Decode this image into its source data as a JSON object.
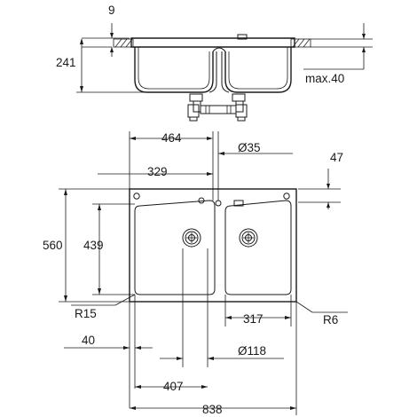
{
  "drawing": {
    "side_view": {
      "rim_thickness": "9",
      "bowl_depth": "241",
      "max_countertop": "max.40"
    },
    "top_view": {
      "width_464": "464",
      "tap_hole": "Ø35",
      "offset_47": "47",
      "bowl_width_329": "329",
      "height_560": "560",
      "bowl_height_439": "439",
      "radius_outer": "R15",
      "radius_inner": "R6",
      "small_bowl_317": "317",
      "margin_40": "40",
      "waste_diameter": "Ø118",
      "cutout_407": "407",
      "total_width": "838"
    }
  }
}
